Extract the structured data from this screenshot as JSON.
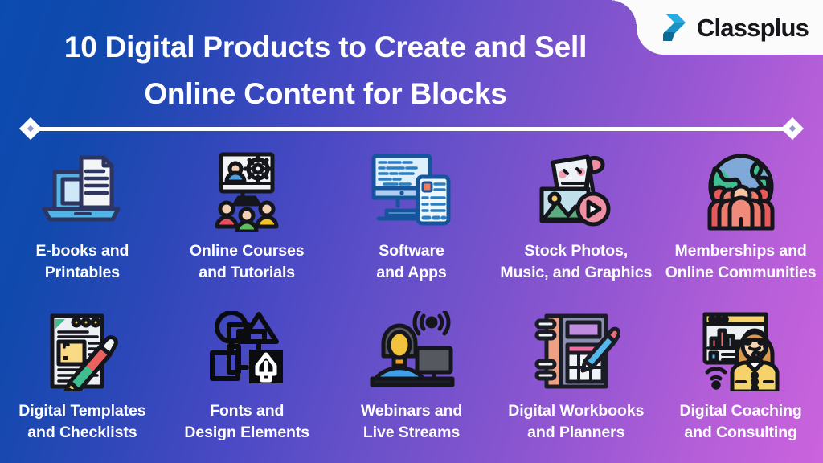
{
  "brand": {
    "name": "Classplus",
    "logo_icon": "classplus-chevron-logo",
    "logo_color_light": "#2aabdf",
    "logo_color_dark": "#0d6a94",
    "banner_bg": "#fbfbfc",
    "text_color": "#16161c"
  },
  "header": {
    "title_line1": "10 Digital Products to Create and Sell",
    "title_line2": "Online Content for Blocks",
    "title_color": "#ffffff"
  },
  "divider": {
    "left_icon": "diamond-icon",
    "right_icon": "diamond-icon",
    "color": "#ffffff"
  },
  "background": {
    "gradient_start": "#0b4bb0",
    "gradient_end": "#cb63dd"
  },
  "items": [
    {
      "id": 1,
      "icon": "laptop-document-icon",
      "label": "E-books and\nPrintables"
    },
    {
      "id": 2,
      "icon": "monitor-people-gear-icon",
      "label": "Online Courses\nand Tutorials"
    },
    {
      "id": 3,
      "icon": "monitor-phone-code-icon",
      "label": "Software\nand Apps"
    },
    {
      "id": 4,
      "icon": "photo-music-video-icon",
      "label": "Stock Photos,\nMusic, and Graphics"
    },
    {
      "id": 5,
      "icon": "globe-people-icon",
      "label": "Memberships and\nOnline Communities"
    },
    {
      "id": 6,
      "icon": "document-pencil-icon",
      "label": "Digital Templates\nand Checklists"
    },
    {
      "id": 7,
      "icon": "shapes-pen-nib-icon",
      "label": "Fonts and\nDesign Elements"
    },
    {
      "id": 8,
      "icon": "person-broadcast-monitor-icon",
      "label": "Webinars and\nLive Streams"
    },
    {
      "id": 9,
      "icon": "spiral-notebook-pencil-icon",
      "label": "Digital Workbooks\nand Planners"
    },
    {
      "id": 10,
      "icon": "woman-headset-chart-icon",
      "label": "Digital Coaching\nand Consulting"
    }
  ]
}
